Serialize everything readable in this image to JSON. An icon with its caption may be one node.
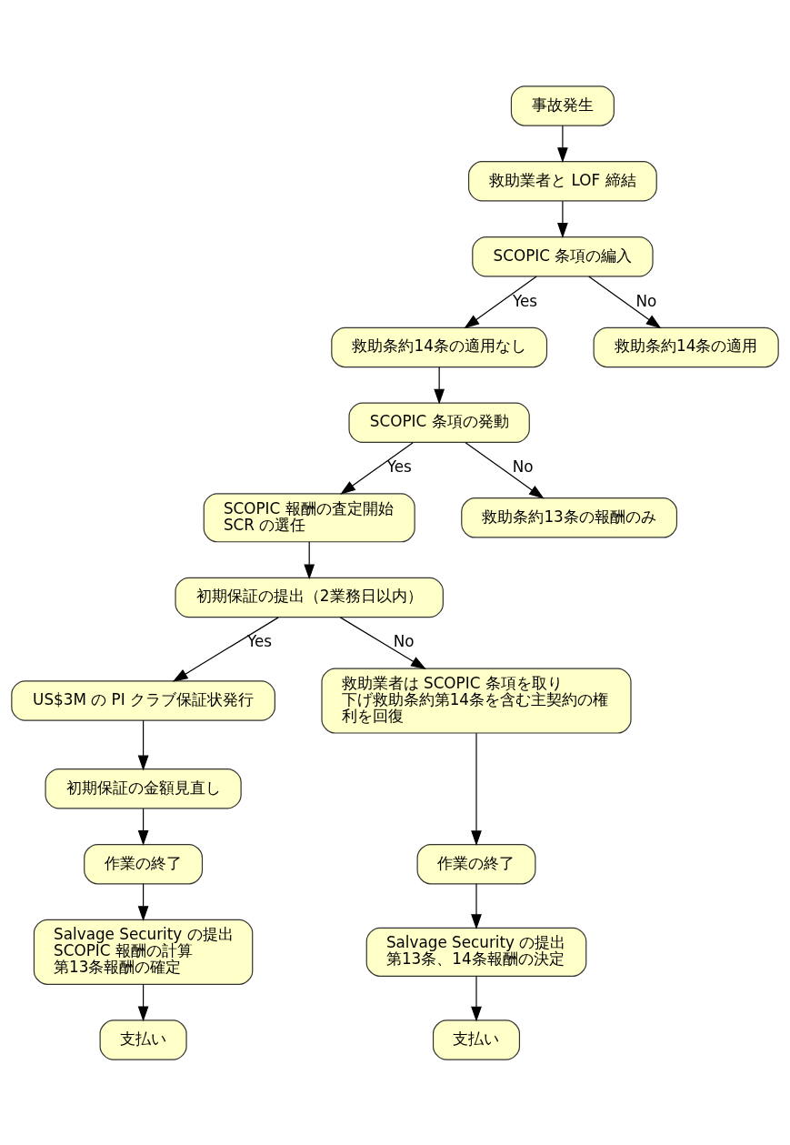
{
  "diagram": {
    "nodes": [
      {
        "text": [
          "事故発生"
        ]
      },
      {
        "text": [
          "救助業者と LOF 締結"
        ]
      },
      {
        "text": [
          "SCOPIC 条項の編入"
        ]
      },
      {
        "text": [
          "救助条約14条の適用なし"
        ]
      },
      {
        "text": [
          "救助条約14条の適用"
        ]
      },
      {
        "text": [
          "SCOPIC 条項の発動"
        ]
      },
      {
        "text": [
          "SCOPIC 報酬の査定開始",
          "SCR の選任"
        ]
      },
      {
        "text": [
          "救助条約13条の報酬のみ"
        ]
      },
      {
        "text": [
          "初期保証の提出（2業務日以内）"
        ]
      },
      {
        "text": [
          "US$3M の PI クラブ保証状発行"
        ]
      },
      {
        "text": [
          "救助業者は SCOPIC 条項を取り下げ救助条約第14条を含む主契約の権利を回復"
        ]
      },
      {
        "text": [
          "初期保証の金額見直し"
        ]
      },
      {
        "text": [
          "作業の終了"
        ]
      },
      {
        "text": [
          "作業の終了"
        ]
      },
      {
        "text": [
          "Salvage Security の提出",
          "SCOPIC 報酬の計算",
          "第13条報酬の確定"
        ]
      },
      {
        "text": [
          "Salvage Security の提出",
          "第13条、14条報酬の決定"
        ]
      },
      {
        "text": [
          "支払い"
        ]
      },
      {
        "text": [
          "支払い"
        ]
      }
    ],
    "edges": [
      {
        "from": 0,
        "to": 1,
        "arrow": "to"
      },
      {
        "from": 1,
        "to": 2,
        "arrow": "to"
      },
      {
        "from": 2,
        "to": 3,
        "arrow": "to",
        "label": "Yes"
      },
      {
        "from": 2,
        "to": 4,
        "arrow": "to",
        "label": "No"
      },
      {
        "from": 3,
        "to": 5,
        "arrow": "to"
      },
      {
        "from": 5,
        "to": 6,
        "arrow": "to",
        "label": "Yes"
      },
      {
        "from": 5,
        "to": 7,
        "arrow": "to",
        "label": "No"
      },
      {
        "from": 6,
        "to": 8,
        "arrow": "to"
      },
      {
        "from": 8,
        "to": 9,
        "arrow": "to",
        "label": "Yes"
      },
      {
        "from": 8,
        "to": 10,
        "arrow": "to",
        "label": "No"
      },
      {
        "from": 9,
        "to": 11,
        "arrow": "to"
      },
      {
        "from": 11,
        "to": 12,
        "arrow": "to"
      },
      {
        "from": 12,
        "to": 14,
        "arrow": "to"
      },
      {
        "from": 14,
        "to": 16,
        "arrow": "to"
      },
      {
        "from": 10,
        "to": 13,
        "arrow": "to"
      },
      {
        "from": 13,
        "to": 15,
        "arrow": "to"
      },
      {
        "from": 15,
        "to": 17,
        "arrow": "to"
      }
    ]
  }
}
